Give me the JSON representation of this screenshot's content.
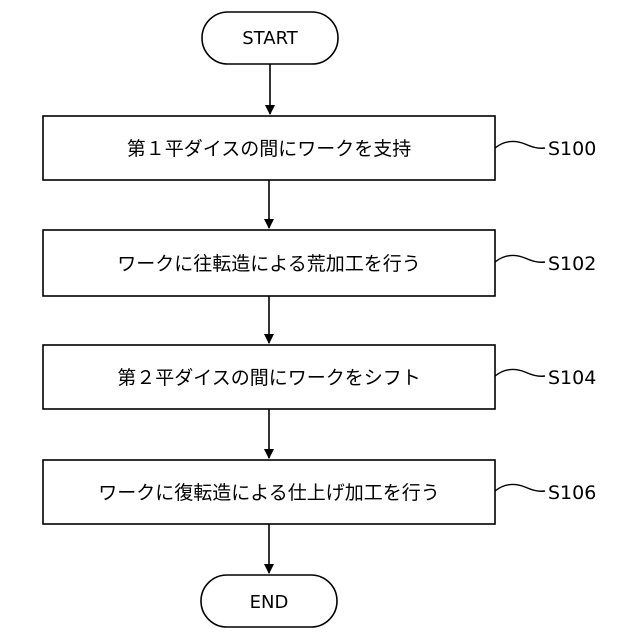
{
  "flowchart": {
    "start_label": "START",
    "end_label": "END",
    "steps": [
      {
        "text": "第１平ダイスの間にワークを支持",
        "ref": "S100"
      },
      {
        "text": "ワークに往転造による荒加工を行う",
        "ref": "S102"
      },
      {
        "text": "第２平ダイスの間にワークをシフト",
        "ref": "S104"
      },
      {
        "text": "ワークに復転造による仕上げ加工を行う",
        "ref": "S106"
      }
    ]
  },
  "colors": {
    "line": "#000000",
    "fill": "#ffffff",
    "text": "#000000"
  }
}
